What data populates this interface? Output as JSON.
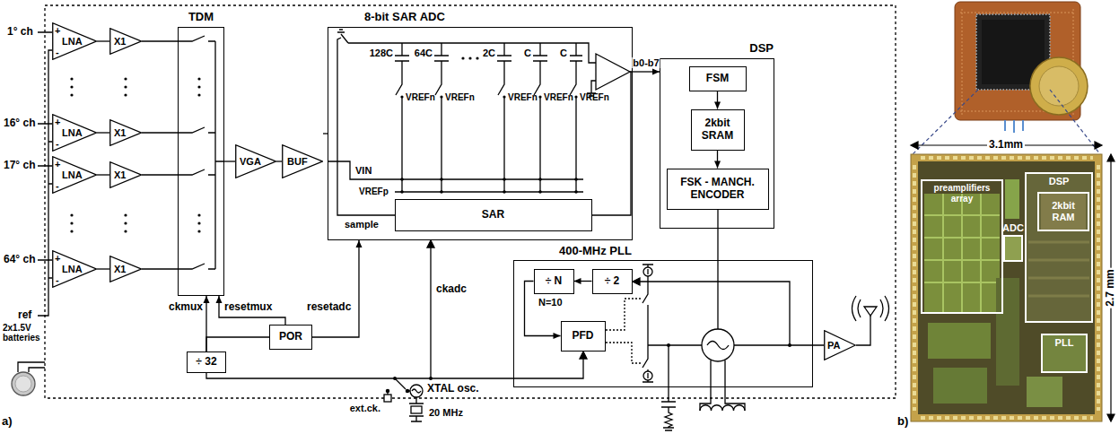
{
  "diagram": {
    "nodes": [
      {
        "text": [
          "LNA"
        ]
      },
      {
        "text": [
          "LNA"
        ]
      },
      {
        "text": [
          "LNA"
        ]
      },
      {
        "text": [
          "LNA"
        ]
      },
      {
        "text": [
          "X1"
        ]
      },
      {
        "text": [
          "X1"
        ]
      },
      {
        "text": [
          "X1"
        ]
      },
      {
        "text": [
          "X1"
        ]
      },
      {
        "text": [
          "TDM"
        ]
      },
      {
        "text": [
          "VGA"
        ]
      },
      {
        "text": [
          "BUF"
        ]
      },
      {
        "text": [
          "8-bit SAR ADC"
        ]
      },
      {
        "text": [
          "SAR"
        ],
        "in": 11
      },
      {
        "text": [
          "DSP"
        ]
      },
      {
        "text": [
          "FSM"
        ],
        "in": 13
      },
      {
        "text": [
          "2kbit SRAM"
        ],
        "in": 13
      },
      {
        "text": [
          "FSK - MANCH. ENCODER"
        ],
        "in": 13
      },
      {
        "text": [
          "400-MHz PLL"
        ]
      },
      {
        "text": [
          "÷ N"
        ],
        "in": 17
      },
      {
        "text": [
          "÷ 2"
        ],
        "in": 17
      },
      {
        "text": [
          "PFD"
        ],
        "in": 17
      },
      {
        "text": [
          "PA"
        ]
      },
      {
        "text": [
          "÷ 32"
        ]
      },
      {
        "text": [
          "POR"
        ]
      },
      {
        "text": [
          "preamplifiers array"
        ]
      },
      {
        "text": [
          "DSP"
        ]
      },
      {
        "text": [
          "2kbit RAM"
        ],
        "in": 25
      },
      {
        "text": [
          "ADC"
        ]
      },
      {
        "text": [
          "PLL"
        ]
      }
    ],
    "edges": [
      {
        "from": 0,
        "to": 4,
        "arrow": "none"
      },
      {
        "from": 1,
        "to": 5,
        "arrow": "none"
      },
      {
        "from": 2,
        "to": 6,
        "arrow": "none"
      },
      {
        "from": 3,
        "to": 7,
        "arrow": "none"
      },
      {
        "from": 4,
        "to": 8,
        "arrow": "none"
      },
      {
        "from": 5,
        "to": 8,
        "arrow": "none"
      },
      {
        "from": 6,
        "to": 8,
        "arrow": "none"
      },
      {
        "from": 7,
        "to": 8,
        "arrow": "none"
      },
      {
        "from": 8,
        "to": 9,
        "arrow": "none"
      },
      {
        "from": 9,
        "to": 10,
        "arrow": "none"
      },
      {
        "from": 10,
        "to": 11,
        "arrow": "none"
      },
      {
        "from": 11,
        "to": 13,
        "label": "b0-b7",
        "arrow": "to"
      },
      {
        "from": 14,
        "to": 15,
        "arrow": "to"
      },
      {
        "from": 15,
        "to": 16,
        "arrow": "to"
      },
      {
        "from": 19,
        "to": 18,
        "arrow": "to"
      },
      {
        "from": 18,
        "to": 20,
        "arrow": "to"
      },
      {
        "from": 22,
        "to": 8,
        "arrow": "to"
      },
      {
        "from": 22,
        "to": 23,
        "arrow": "none"
      },
      {
        "from": 23,
        "to": 8,
        "arrow": "to"
      },
      {
        "from": 23,
        "to": 11,
        "arrow": "to"
      }
    ],
    "labels": [
      "1° ch",
      "16° ch",
      "17° ch",
      "64° ch",
      "ref",
      "+",
      "-",
      "+",
      "-",
      "+",
      "-",
      "+",
      "-",
      "128C",
      "64C",
      "2C",
      "C",
      "C",
      "VREFn",
      "VREFn",
      "VREFn",
      "VREFn",
      "VREFn",
      "VIN",
      "VREFp",
      "sample",
      "N=10",
      "ckmux",
      "resetmux",
      "resetadc",
      "ckadc",
      "XTAL osc.",
      "20 MHz",
      "ext.ck.",
      "2x1.5V batteries",
      "a)",
      "b)",
      "3.1mm",
      "2.7 mm"
    ]
  }
}
